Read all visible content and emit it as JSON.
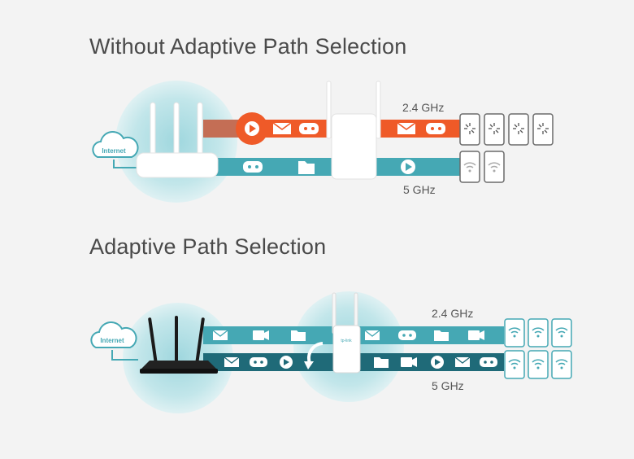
{
  "sections": {
    "without": {
      "title": "Without Adaptive Path Selection",
      "cloud_label": "Internet",
      "band_24_label": "2.4 GHz",
      "band_5_label": "5 GHz",
      "band_24_color": "#ef5a28",
      "band_5_color": "#45a8b4",
      "band_24_icons": [
        "play-icon",
        "mail-icon",
        "gamepad-icon",
        "mail-icon",
        "gamepad-icon"
      ],
      "band_5_icons": [
        "gamepad-icon",
        "folder-icon",
        "play-icon"
      ],
      "devices_24": [
        "loading-device",
        "loading-device",
        "loading-device",
        "loading-device"
      ],
      "devices_5": [
        "wifi-device",
        "wifi-device"
      ]
    },
    "adaptive": {
      "title": "Adaptive Path Selection",
      "cloud_label": "Internet",
      "band_24_label": "2.4 GHz",
      "band_5_label": "5 GHz",
      "band_24_color": "#45a8b4",
      "band_5_color": "#1f6a78",
      "extender_brand": "tp-link",
      "band_24_icons": [
        "mail-icon",
        "camera-icon",
        "folder-icon",
        "mail-icon",
        "gamepad-icon",
        "folder-icon",
        "camera-icon"
      ],
      "band_5_icons": [
        "mail-icon",
        "gamepad-icon",
        "play-icon",
        "folder-icon",
        "camera-icon",
        "play-icon",
        "mail-icon",
        "gamepad-icon"
      ],
      "devices_top": [
        "wifi-device",
        "wifi-device",
        "wifi-device"
      ],
      "devices_bottom": [
        "wifi-device",
        "wifi-device",
        "wifi-device"
      ]
    }
  }
}
